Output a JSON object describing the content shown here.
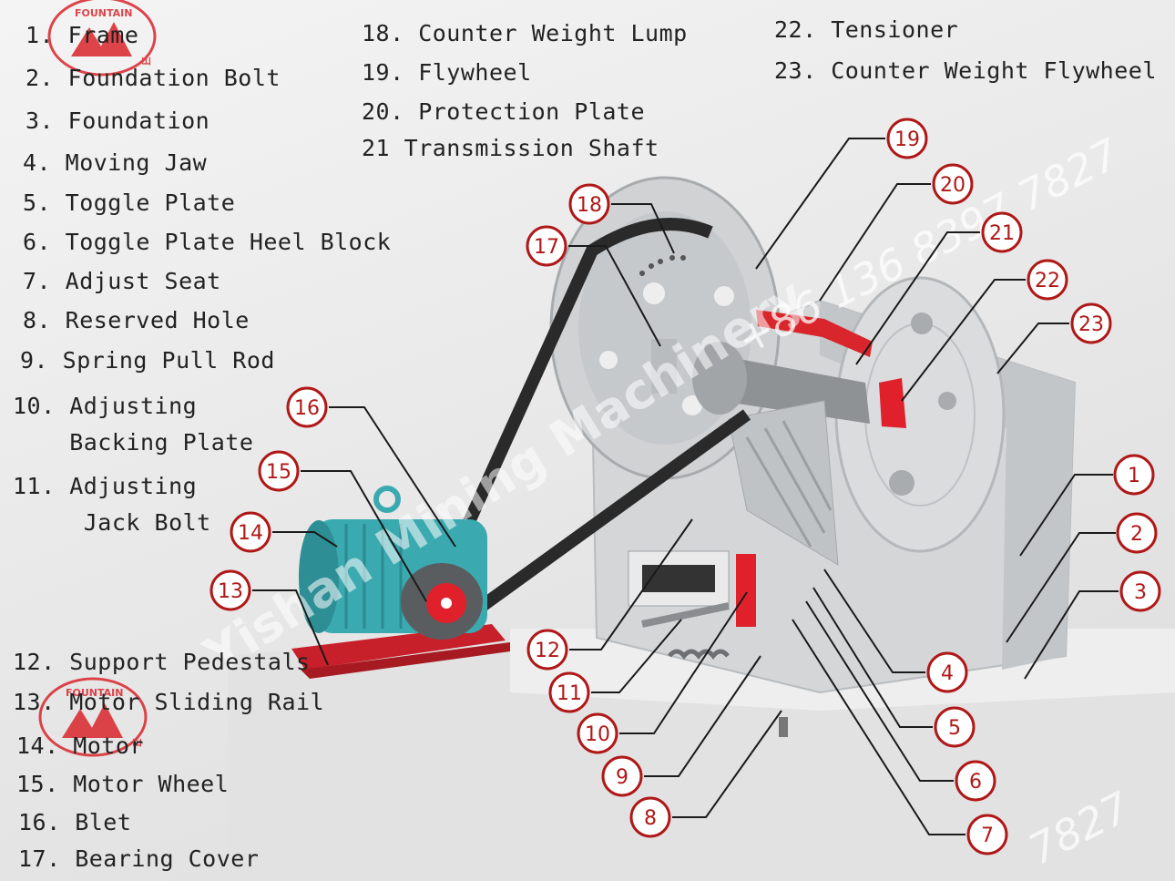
{
  "legend": [
    {
      "lines": [
        "1. Frame"
      ]
    },
    {
      "lines": [
        "2. Foundation Bolt"
      ]
    },
    {
      "lines": [
        "3. Foundation"
      ]
    },
    {
      "lines": [
        "4. Moving Jaw"
      ]
    },
    {
      "lines": [
        "5. Toggle Plate"
      ]
    },
    {
      "lines": [
        "6. Toggle Plate Heel Block"
      ]
    },
    {
      "lines": [
        "7. Adjust Seat"
      ]
    },
    {
      "lines": [
        "8. Reserved Hole"
      ]
    },
    {
      "lines": [
        "9. Spring Pull Rod"
      ]
    },
    {
      "lines": [
        "10. Adjusting",
        "    Backing Plate"
      ]
    },
    {
      "lines": [
        "11. Adjusting",
        "     Jack Bolt"
      ]
    },
    {
      "lines": [
        "12. Support Pedestals"
      ]
    },
    {
      "lines": [
        "13. Motor Sliding Rail"
      ]
    },
    {
      "lines": [
        "14. Motor"
      ]
    },
    {
      "lines": [
        "15. Motor Wheel"
      ]
    },
    {
      "lines": [
        "16. Blet"
      ]
    },
    {
      "lines": [
        "17. Bearing Cover"
      ]
    },
    {
      "lines": [
        "18. Counter Weight Lump"
      ]
    },
    {
      "lines": [
        "19. Flywheel"
      ]
    },
    {
      "lines": [
        "20. Protection Plate"
      ]
    },
    {
      "lines": [
        "21 Transmission Shaft"
      ]
    },
    {
      "lines": [
        "22. Tensioner"
      ]
    },
    {
      "lines": [
        "23. Counter Weight Flywheel"
      ]
    }
  ],
  "callouts": [
    "1",
    "2",
    "3",
    "4",
    "5",
    "6",
    "7",
    "8",
    "9",
    "10",
    "11",
    "12",
    "13",
    "14",
    "15",
    "16",
    "17",
    "18",
    "19",
    "20",
    "21",
    "22",
    "23"
  ],
  "watermark": {
    "brand": "Yishan Mining Machinery",
    "phone": "+86 136 8397 7827",
    "phone_bottom": "7827",
    "logo_text": "FOUNTAIN",
    "logo_char": "山"
  },
  "colors": {
    "callout": "#b01818",
    "machine": "#cfd2d4",
    "motor": "#3aaab0",
    "accent_red": "#e0202a",
    "belt": "#2a2a2a",
    "rail": "#c8202a"
  }
}
